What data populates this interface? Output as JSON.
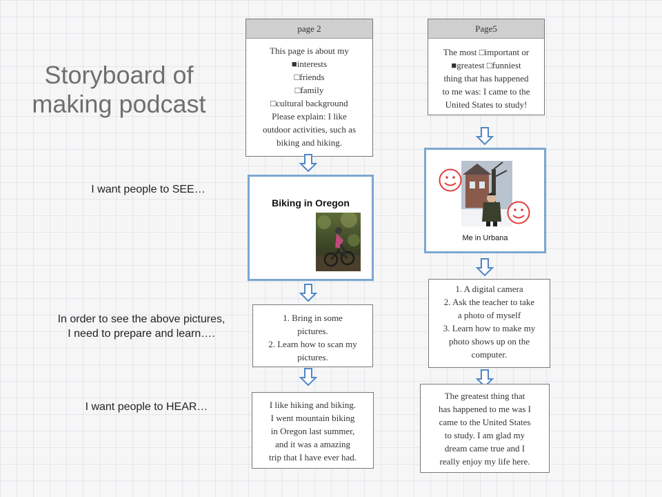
{
  "title": {
    "line1": "Storyboard of",
    "line2": "making podcast"
  },
  "labels": {
    "see": "I want people to SEE…",
    "prepare_line1": "In order to see the above pictures,",
    "prepare_line2": "I need to prepare and learn….",
    "hear": "I want people to HEAR…"
  },
  "page2": {
    "header": "page 2",
    "lines": [
      "This page is about my",
      "■interests",
      "□friends",
      "□family",
      "□cultural background",
      "Please explain: I like",
      "outdoor activities, such as",
      "biking and hiking."
    ]
  },
  "page5": {
    "header": "Page5",
    "lines": [
      "The most □important or",
      "■greatest □funniest",
      "thing that has happened",
      "to me was: I came to the",
      "United States to study!"
    ]
  },
  "left_picture": {
    "caption": "Biking in Oregon"
  },
  "right_picture": {
    "caption": "Me in Urbana"
  },
  "left_prepare": {
    "lines": [
      "1. Bring in some",
      "pictures.",
      "2. Learn how to scan my",
      "pictures."
    ]
  },
  "right_prepare": {
    "lines": [
      "1. A digital camera",
      "2. Ask the teacher to take",
      "a photo of myself",
      "3. Learn how to make my",
      "photo shows up on the",
      "computer."
    ]
  },
  "left_hear": {
    "lines": [
      "I like hiking and biking.",
      "I went mountain biking",
      "in Oregon last summer,",
      "and it was a amazing",
      "trip that I have ever had."
    ]
  },
  "right_hear": {
    "lines": [
      "The greatest thing that",
      "has happened to me was I",
      "came to the United States",
      "to study. I am glad my",
      "dream came true and I",
      "really  enjoy my life here."
    ]
  },
  "colors": {
    "frame_blue": "#7ba7d0",
    "arrow_blue": "#4f86c6",
    "smiley_red": "#e23b3b",
    "header_gray": "#cfcfcf"
  },
  "icons": {
    "arrow": "down-arrow-icon",
    "smiley": "smiley-face-icon"
  }
}
